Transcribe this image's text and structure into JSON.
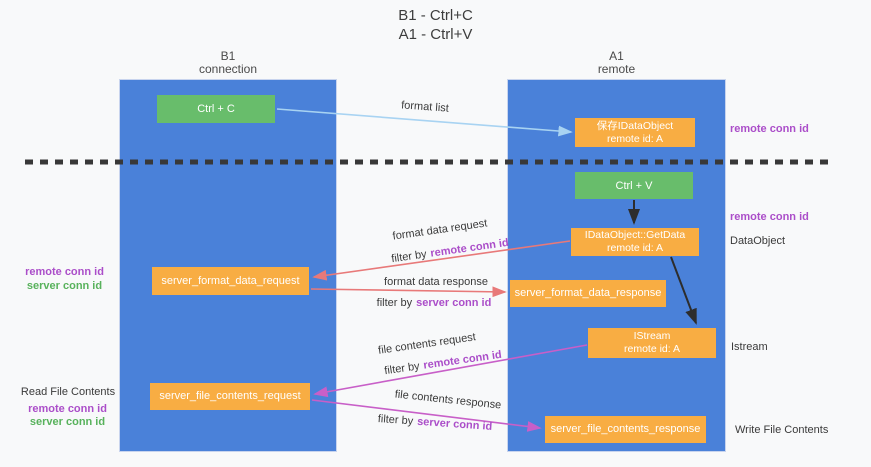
{
  "title": {
    "line1": "B1 - Ctrl+C",
    "line2": "A1 - Ctrl+V"
  },
  "columns": {
    "left": {
      "name": "B1",
      "role": "connection"
    },
    "right": {
      "name": "A1",
      "role": "remote"
    }
  },
  "nodes": {
    "ctrl_c": {
      "label": "Ctrl + C"
    },
    "ctrl_v": {
      "label": "Ctrl + V"
    },
    "save_dataobject": {
      "line1": "保存IDataObject",
      "line2": "remote id: A"
    },
    "getdata": {
      "line1": "IDataObject::GetData",
      "line2": "remote id: A"
    },
    "istream": {
      "line1": "IStream",
      "line2": "remote id: A"
    },
    "server_format_data_request": {
      "label": "server_format_data_request"
    },
    "server_format_data_response": {
      "label": "server_format_data_response"
    },
    "server_file_contents_request": {
      "label": "server_file_contents_request"
    },
    "server_file_contents_response": {
      "label": "server_file_contents_response"
    }
  },
  "arrow_labels": {
    "format_list": "format list",
    "format_data_request": "format data request",
    "format_data_response": "format data response",
    "file_contents_request": "file contents request",
    "file_contents_response": "file contents response",
    "filter_by": "filter by"
  },
  "side_labels": {
    "remote_conn_id": "remote conn id",
    "server_conn_id": "server conn id",
    "dataobject": "DataObject",
    "istream": "Istream",
    "read_file_contents": "Read File Contents",
    "write_file_contents": "Write File Contents"
  },
  "colors": {
    "lifeline_blue": "#4a81d9",
    "node_orange": "#f8ad43",
    "node_green": "#68bd6b",
    "arrow_red": "#e87979",
    "arrow_magenta": "#c85fc8",
    "arrow_lightblue": "#a8d3f2",
    "arrow_black": "#2d2d2d",
    "dashed_line": "#383838",
    "text_purple": "#ab4ec9",
    "text_green": "#58b25c"
  }
}
